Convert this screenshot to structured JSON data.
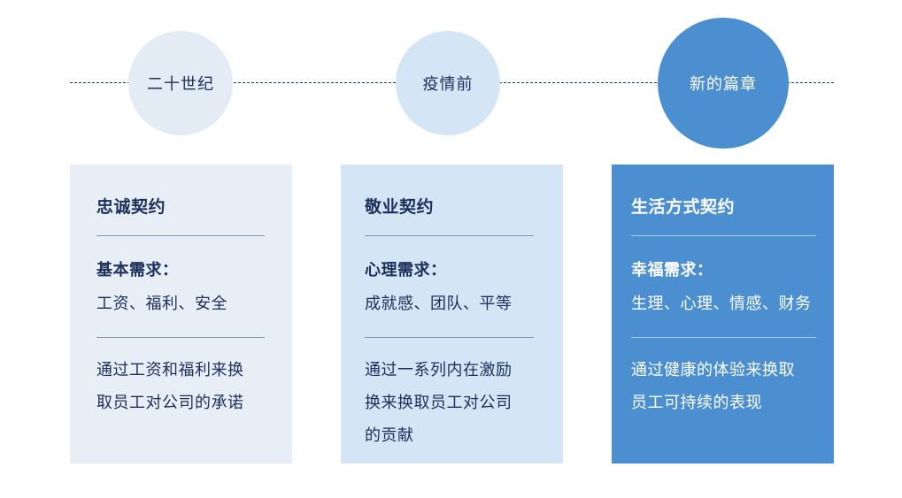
{
  "eras": [
    {
      "label": "二十世纪"
    },
    {
      "label": "疫情前"
    },
    {
      "label": "新的篇章"
    }
  ],
  "cards": [
    {
      "title": "忠诚契约",
      "need_label": "基本需求：",
      "need_items": "工资、福利、安全",
      "desc_lines": [
        "通过工资和福利来换",
        "取员工对公司的承诺"
      ]
    },
    {
      "title": "敬业契约",
      "need_label": "心理需求：",
      "need_items": "成就感、团队、平等",
      "desc_lines": [
        "通过一系列内在激励",
        "换来换取员工对公司",
        "的贡献"
      ]
    },
    {
      "title": "生活方式契约",
      "need_label": "幸福需求：",
      "need_items": "生理、心理、情感、财务",
      "desc_lines": [
        "通过健康的体验来换取",
        "员工可持续的表现"
      ]
    }
  ],
  "colors": {
    "navy_text": "#1c2f5a",
    "circle_light": "#e3ebf5",
    "circle_mid": "#d4e6f6",
    "accent_blue": "#4b8fd0"
  }
}
